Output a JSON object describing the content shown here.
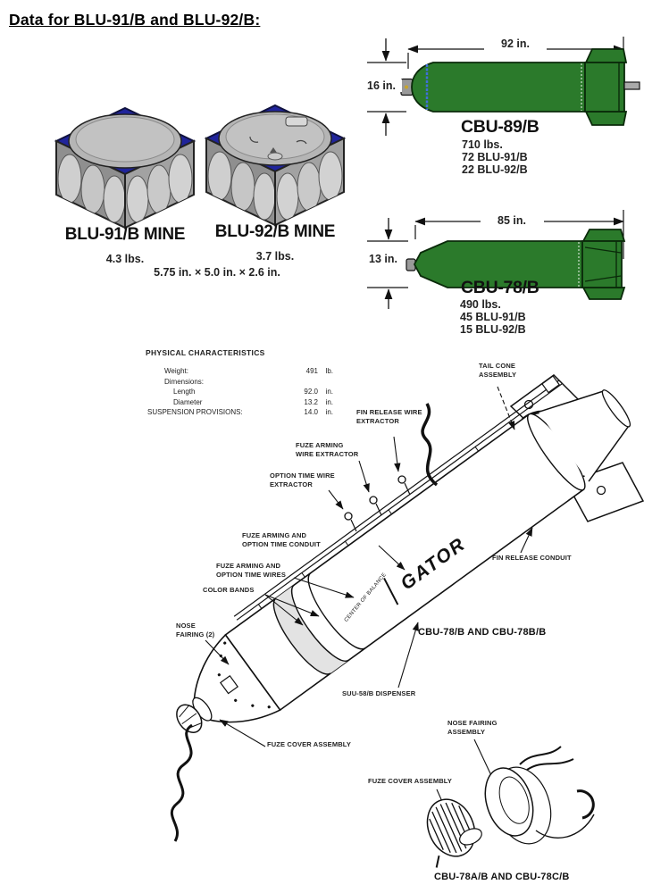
{
  "title": "Data for BLU-91/B and BLU-92/B:",
  "mines": {
    "blu91": {
      "name": "BLU-91/B MINE",
      "weight": "4.3 lbs."
    },
    "blu92": {
      "name": "BLU-92/B MINE",
      "weight": "3.7 lbs."
    },
    "dimensions": "5.75 in. × 5.0 in. × 2.6 in."
  },
  "cbu89": {
    "name": "CBU-89/B",
    "length_label": "92 in.",
    "diameter_label": "16 in.",
    "stats": [
      "710 lbs.",
      "72 BLU-91/B",
      "22 BLU-92/B"
    ]
  },
  "cbu78": {
    "name": "CBU-78/B",
    "length_label": "85 in.",
    "diameter_label": "13 in.",
    "stats": [
      "490 lbs.",
      "45 BLU-91/B",
      "15 BLU-92/B"
    ]
  },
  "phys": {
    "heading": "PHYSICAL CHARACTERISTICS",
    "rows": [
      {
        "label": "Weight:",
        "value": "491",
        "unit": "lb."
      },
      {
        "label": "Dimensions:",
        "value": "",
        "unit": ""
      },
      {
        "label": "Length",
        "value": "92.0",
        "unit": "in."
      },
      {
        "label": "Diameter",
        "value": "13.2",
        "unit": "in."
      },
      {
        "label": "SUSPENSION PROVISIONS:",
        "value": "14.0",
        "unit": "in."
      }
    ]
  },
  "diagram": {
    "body_text": "GATOR",
    "center_of_balance": "CENTER OF BALANCE",
    "labels": {
      "tail_cone": "TAIL CONE\nASSEMBLY",
      "fin_release_wire": "FIN RELEASE WIRE\nEXTRACTOR",
      "fuze_arming_wire": "FUZE ARMING\nWIRE EXTRACTOR",
      "option_time_wire": "OPTION TIME WIRE\nEXTRACTOR",
      "fuze_conduit": "FUZE ARMING AND\nOPTION TIME CONDUIT",
      "fuze_wires": "FUZE ARMING AND\nOPTION TIME WIRES",
      "color_bands": "COLOR BANDS",
      "nose_fairing2": "NOSE\nFAIRING (2)",
      "fin_release_conduit": "FIN RELEASE CONDUIT",
      "suu_dispenser": "SUU-58/B DISPENSER",
      "fuze_cover": "FUZE COVER ASSEMBLY",
      "nose_fairing_assy": "NOSE FAIRING\nASSEMBLY",
      "fuze_cover2": "FUZE COVER ASSEMBLY"
    },
    "caption_mid": "CBU-78/B AND CBU-78B/B",
    "caption_bottom": "CBU-78A/B AND CBU-78C/B"
  },
  "colors": {
    "bomb_green": "#2b7a2b",
    "mine_blue": "#20249b",
    "mine_gray": "#8f8f8f",
    "disc_gray": "#b5b5b5",
    "ink": "#141414"
  }
}
